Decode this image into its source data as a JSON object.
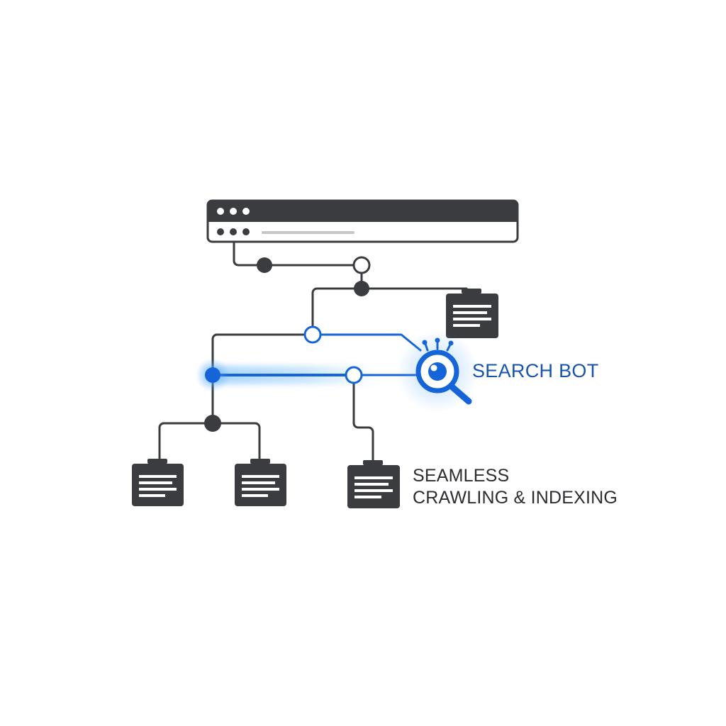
{
  "colors": {
    "dark": "#3a3c40",
    "accent": "#1565d8",
    "accent_glow": "#4aa3ff",
    "line_gray": "#c4c6ca",
    "label_blue": "#1753b0",
    "text_dark": "#2b2d31"
  },
  "icons": {
    "browser": "browser-window-icon",
    "page": "document-page-icon",
    "bot": "magnifier-eye-bot-icon"
  },
  "search_bot": {
    "label": "SEARCH BOT"
  },
  "caption": {
    "line1": "SEAMLESS",
    "line2": "CRAWLING & INDEXING"
  }
}
